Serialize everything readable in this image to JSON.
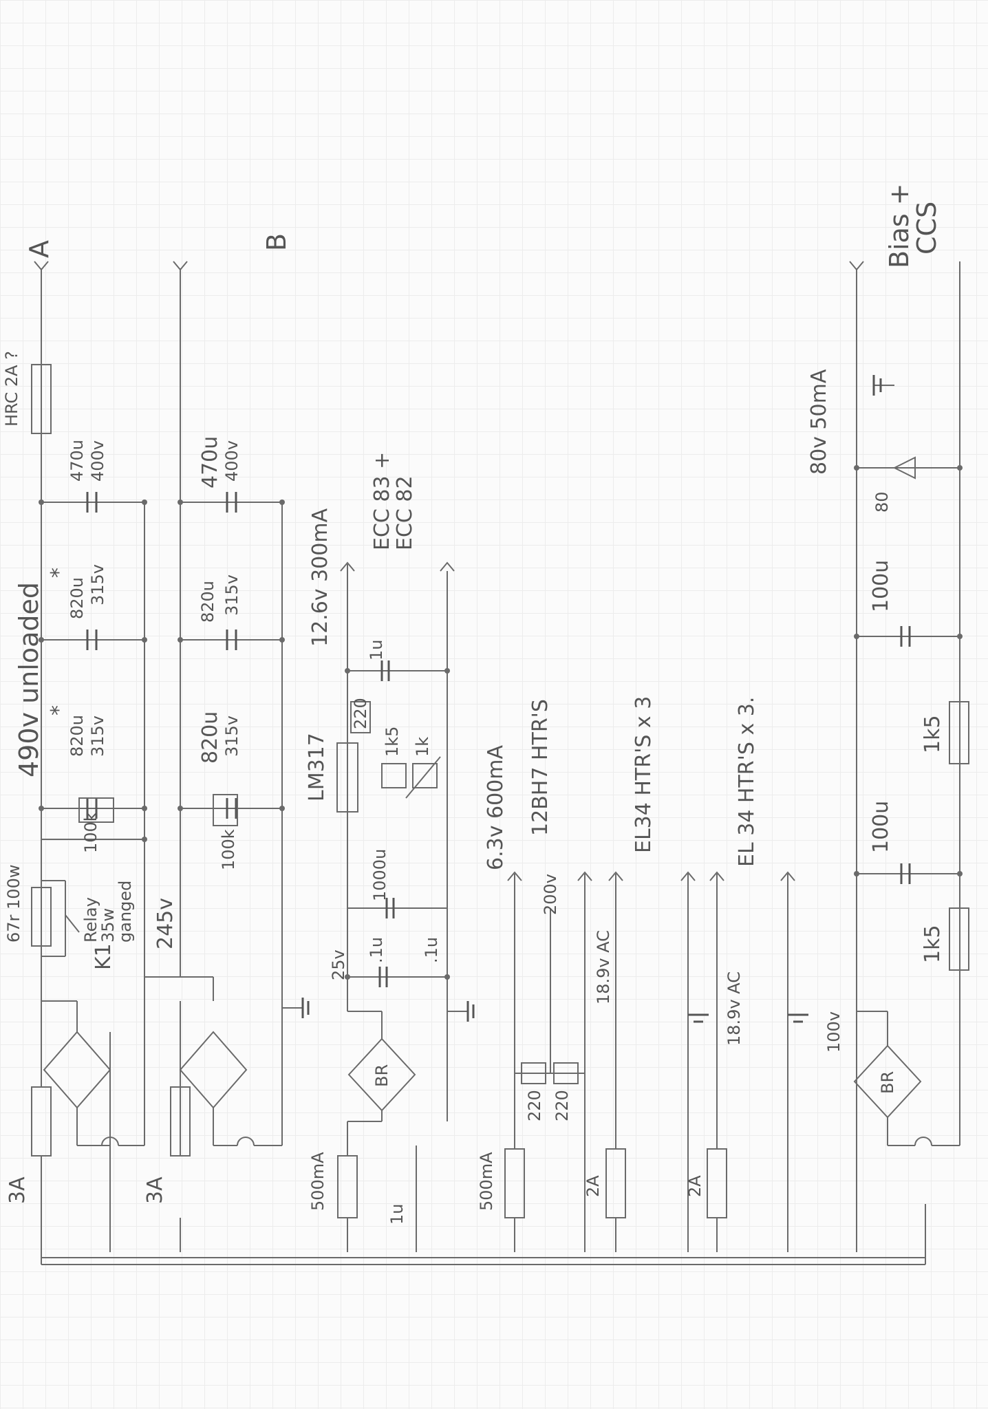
{
  "title": "490v unloaded",
  "supplies": {
    "hv": {
      "fuse": "3A",
      "inrush_resistor": "67r 100w",
      "relay_label": "K1",
      "relay_note": [
        "Relay",
        "35w",
        "ganged"
      ],
      "cap1": [
        "820u",
        "315v"
      ],
      "cap2": [
        "820u",
        "315v"
      ],
      "cap3": [
        "470u",
        "400v"
      ],
      "bleeder": "100k",
      "output_fuse": "HRC 2A ?",
      "output": "A",
      "star": "*"
    },
    "mid": {
      "fuse": "3A",
      "voltage": "245v",
      "cap1": [
        "820u",
        "315v"
      ],
      "cap2": [
        "820u",
        "315v"
      ],
      "cap3": [
        "470u",
        "400v"
      ],
      "bleeder": "100k",
      "output": "B"
    },
    "heater_12v": {
      "fuse": "500mA",
      "input_cap": "1u",
      "bridge": "BR",
      "ac": "25v",
      "cap_small1": ".1u",
      "cap_small2": ".1u",
      "reservoir": "1000u",
      "regulator": "LM317",
      "r_top": "220",
      "r_mid": "1k5",
      "r_pot": "1k",
      "out_cap": "1u",
      "output": "12.6v 300mA",
      "load": [
        "ECC 83 +",
        "ECC 82"
      ]
    },
    "heater_6v": {
      "fuse": "500mA",
      "r1": "220",
      "r2": "220",
      "ct": "200v",
      "output": "6.3v 600mA",
      "load": "12BH7 HTR'S"
    },
    "el34_a": {
      "fuse": "2A",
      "ac": "18.9v AC",
      "load": "EL34 HTR'S x 3"
    },
    "el34_b": {
      "fuse": "2A",
      "ac": "18.9v AC",
      "load": "EL 34 HTR'S x 3."
    },
    "bias": {
      "ac": "100v",
      "bridge": "BR",
      "r1": "1k5",
      "r2": "1k5",
      "cap1": "100u",
      "cap2": "100u",
      "zener": "80",
      "output": "80v 50mA",
      "load": [
        "Bias +",
        "CCS"
      ]
    }
  }
}
